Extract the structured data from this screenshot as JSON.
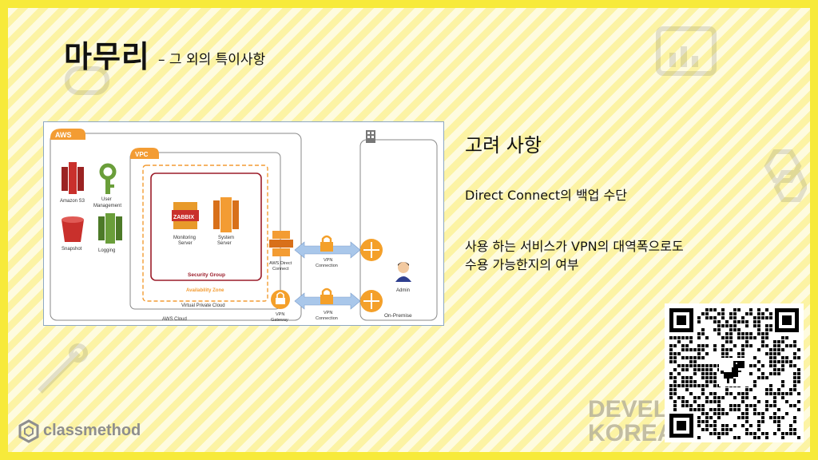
{
  "slide": {
    "title": "마무리",
    "subtitle": "– 그 외의 특이사항"
  },
  "diagram": {
    "aws_badge": "AWS",
    "vpc_badge": "VPC",
    "services": {
      "s3": "Amazon S3",
      "user_mgmt_1": "User",
      "user_mgmt_2": "Management",
      "snapshot": "Snapshot",
      "logging": "Logging",
      "zabbix": "ZABBIX",
      "monitoring_1": "Monitoring",
      "monitoring_2": "Server",
      "system_1": "System",
      "system_2": "Server",
      "direct_connect_1": "AWS Direct",
      "direct_connect_2": "Connect",
      "vpn_gateway_1": "VPN",
      "vpn_gateway_2": "Gateway",
      "vpn_conn_1": "VPN",
      "vpn_conn_2": "Connection",
      "admin": "Admin"
    },
    "groups": {
      "security_group": "Security Group",
      "availability_zone": "Availability Zone",
      "virtual_private_cloud": "Virtual Private Cloud",
      "aws_cloud": "AWS Cloud",
      "on_premise": "On-Premise"
    }
  },
  "content": {
    "heading": "고려 사항",
    "item1": "Direct Connect의 백업 수단",
    "item2_line1": "사용 하는 서비스가 VPN의 대역폭으로도",
    "item2_line2": "수용 가능한지의 여부"
  },
  "branding": {
    "company": "classmethod",
    "watermark_line1": "DEVEL",
    "watermark_line2": "KOREA C"
  },
  "colors": {
    "frame": "#f7ea3a",
    "aws_orange": "#f39c33",
    "s3_red": "#c9302c",
    "green": "#6a9e3a",
    "vpn_orange": "#f4a02a",
    "arrow_blue": "#a9c7ea"
  }
}
